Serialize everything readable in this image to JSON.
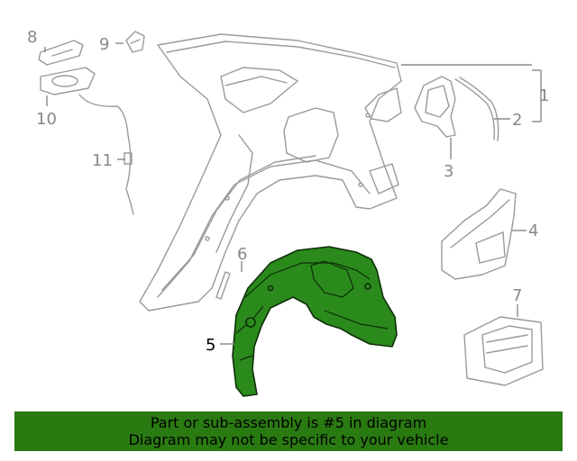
{
  "callouts": {
    "c1": "1",
    "c2": "2",
    "c3": "3",
    "c4": "4",
    "c5": "5",
    "c6": "6",
    "c7": "7",
    "c8": "8",
    "c9": "9",
    "c10": "10",
    "c11": "11"
  },
  "highlighted_part": "5",
  "colors": {
    "highlight_fill": "#2b8a1c",
    "banner_bg": "#2a7a12",
    "line_art": "#9a9a9a"
  },
  "banner": {
    "line1": "Part or sub-assembly is #5 in diagram",
    "line2": "Diagram may not be specific to your vehicle"
  }
}
